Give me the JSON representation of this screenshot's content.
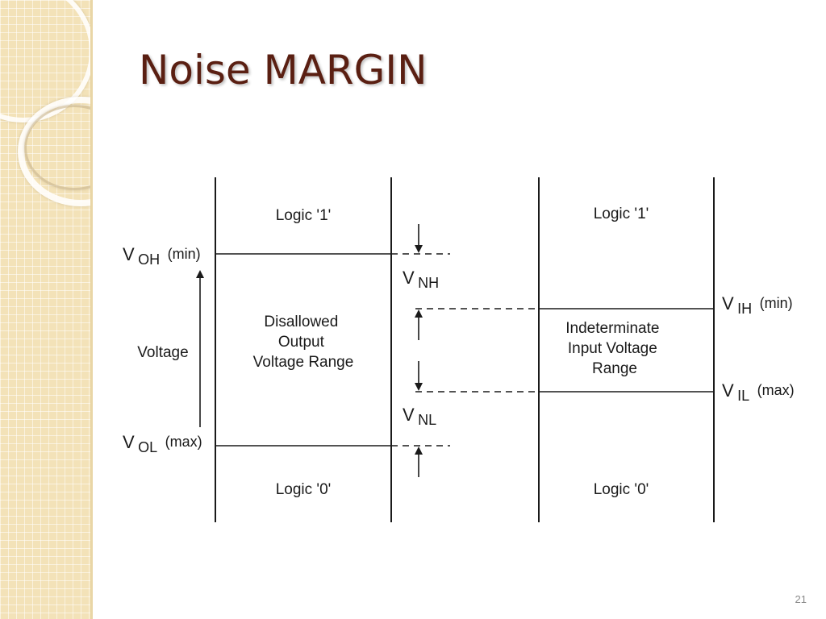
{
  "slide": {
    "title": "Noise MARGIN",
    "page_number": "21"
  },
  "diagram": {
    "output_side": {
      "top_region": "Logic '1'",
      "middle_region_lines": [
        "Disallowed",
        "Output",
        "Voltage Range"
      ],
      "bottom_region": "Logic '0'",
      "axis_label": "Voltage",
      "voh": {
        "main": "V",
        "sub": "OH",
        "qualifier": "(min)"
      },
      "vol": {
        "main": "V",
        "sub": "OL",
        "qualifier": "(max)"
      }
    },
    "margins": {
      "vnh": {
        "main": "V",
        "sub": "NH"
      },
      "vnl": {
        "main": "V",
        "sub": "NL"
      }
    },
    "input_side": {
      "top_region": "Logic '1'",
      "middle_region_lines": [
        "Indeterminate",
        "Input Voltage",
        "Range"
      ],
      "bottom_region": "Logic '0'",
      "vih": {
        "main": "V",
        "sub": "IH",
        "qualifier": "(min)"
      },
      "vil": {
        "main": "V",
        "sub": "IL",
        "qualifier": "(max)"
      }
    }
  },
  "colors": {
    "title": "#5a1f12",
    "sidebar": "#f3e2b8",
    "lines": "#1a1a1a"
  }
}
